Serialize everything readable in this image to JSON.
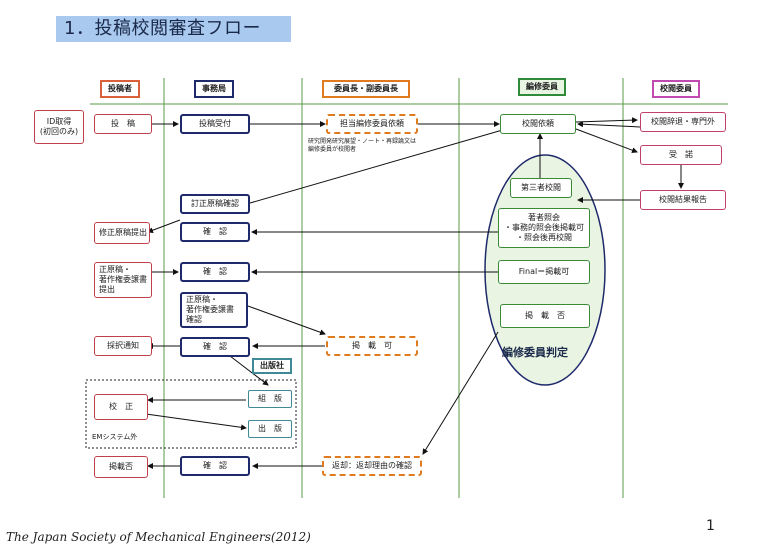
{
  "title": "1．投稿校閲審査フロー",
  "columns": {
    "author": "投稿者",
    "secretariat": "事務局",
    "chair": "委員長・副委員長",
    "editor": "編修委員",
    "reviewer": "校閲委員",
    "publisher": "出版社"
  },
  "author_col": {
    "id_note": "ID取得\n(初回のみ)",
    "submit": "投　稿",
    "revised_submit": "修正原稿提出",
    "final_manuscript": "正原稿・\n著作権委譲書\n提出",
    "accept_notice": "採択通知",
    "proofread": "校　正",
    "rejected": "掲載否"
  },
  "secretariat_col": {
    "receive": "投稿受付",
    "check_revision": "訂正原稿確認",
    "confirm1": "確　認",
    "confirm2": "確　認",
    "final_check": "正原稿・\n著作権委譲書\n確認",
    "confirm3": "確　認",
    "confirm4": "確　認"
  },
  "chair_col": {
    "request_editor": "担当編修委員依頼",
    "note": "研究開発研究展望・ノート・再録論文は\n編修委員が校閲者",
    "accept": "掲　載　可",
    "return_notice": "返却：返却理由の確認"
  },
  "editor_col": {
    "review_request": "校閲依頼",
    "third_review": "第三者校閲",
    "author_inquiry": "著者照会\n・事務的照会後掲載可\n・照会後再校閲",
    "final_accept": "Final＝掲載可",
    "reject": "掲　載　否",
    "judgment": "編修委員判定"
  },
  "reviewer_col": {
    "decline": "校閲辞退・専門外",
    "accept": "受　諾",
    "report": "校閲結果報告"
  },
  "publisher_col": {
    "typeset": "組　版",
    "publish": "出　版",
    "em_system_out": "EMシステム外"
  },
  "footer": "The Japan Society of Mechanical Engineers(2012)",
  "page_number": "1"
}
